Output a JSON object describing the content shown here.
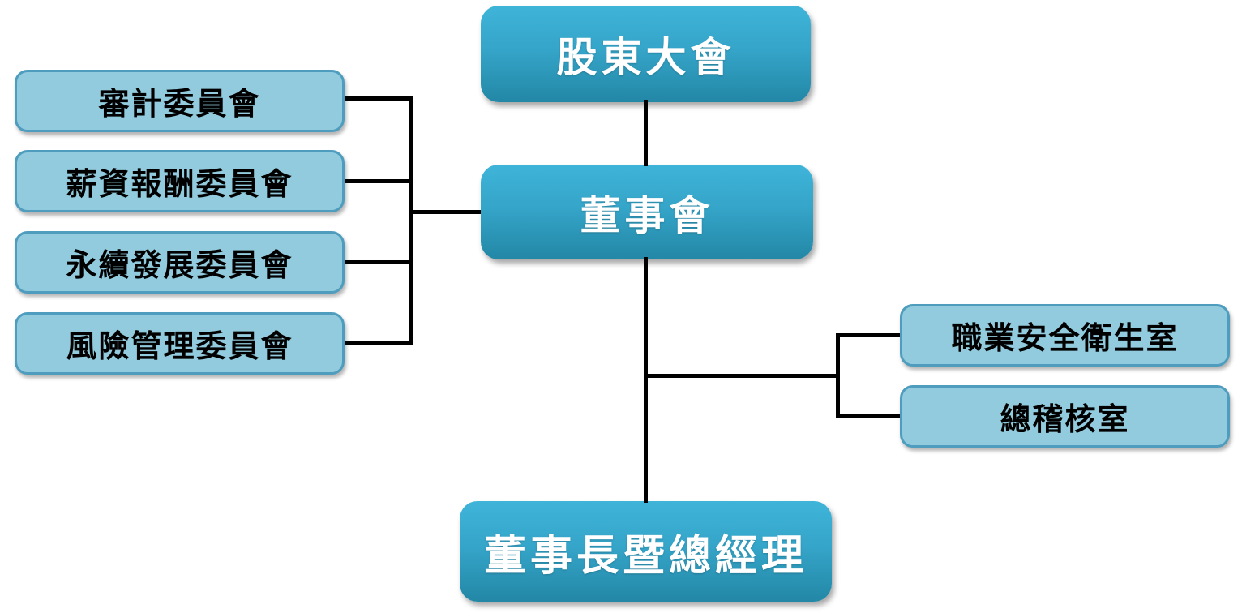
{
  "diagram": {
    "type": "org-chart",
    "nodes": {
      "shareholders_meeting": {
        "label": "股東大會",
        "level": "primary"
      },
      "board_of_directors": {
        "label": "董事會",
        "level": "primary"
      },
      "chairman_and_president": {
        "label": "董事長暨總經理",
        "level": "primary"
      },
      "committees": [
        {
          "label": "審計委員會"
        },
        {
          "label": "薪資報酬委員會"
        },
        {
          "label": "永續發展委員會"
        },
        {
          "label": "風險管理委員會"
        }
      ],
      "offices": [
        {
          "label": "職業安全衛生室"
        },
        {
          "label": "總稽核室"
        }
      ]
    },
    "edges": [
      {
        "from": "股東大會",
        "to": "董事會"
      },
      {
        "from": "董事會",
        "to": "審計委員會"
      },
      {
        "from": "董事會",
        "to": "薪資報酬委員會"
      },
      {
        "from": "董事會",
        "to": "永續發展委員會"
      },
      {
        "from": "董事會",
        "to": "風險管理委員會"
      },
      {
        "from": "董事會",
        "to": "職業安全衛生室"
      },
      {
        "from": "董事會",
        "to": "總稽核室"
      },
      {
        "from": "董事會",
        "to": "董事長暨總經理"
      }
    ],
    "colors": {
      "primary_gradient_top": "#3FB4D9",
      "primary_gradient_bottom": "#2387A6",
      "primary_text": "#FFFFFF",
      "secondary_fill": "#92CBDD",
      "secondary_border": "#4E9DBE",
      "secondary_text": "#000000",
      "connector": "#000000",
      "background": "#FFFFFF"
    }
  }
}
